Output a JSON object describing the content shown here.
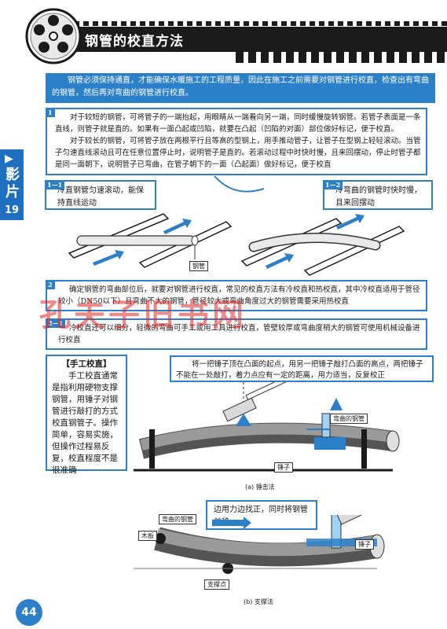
{
  "header": {
    "title": "钢管的校直方法"
  },
  "side_tab": {
    "label": "影片",
    "number": "19"
  },
  "intro": {
    "text": "钢管必须保持通直，才能确保水暖施工的工程质量，因此在施工之前需要对钢管进行校直，检查出有弯曲的钢管，然后再对弯曲的钢管进行校直。"
  },
  "step1": {
    "tag": "1",
    "para1": "对于较短的钢管，可将管子的一端抬起，用眼睛从一端看向另一端，同时缓慢旋转钢管。若管子表面是一条直线，则管子就是直的。如果有一面凸起或凹陷，就要在凸起（凹陷的对面）部位做好标记，便于校直。",
    "para2": "对于较长的钢管，可将管子放在两根平行且等高的型钢上，用手推动管子，让管子在型钢上轻轻滚动。当管子匀速直线滚动且可在任意位置停止时，说明管子是直的。若滚动过程中时快时慢，且来回摆动，停止时管子都是同一面朝下，说明管子已弯曲，在管子朝下的一面（凸起面）做好标记，便于校直"
  },
  "callout_straight": {
    "tag": "1—1",
    "text": "冷直钢管匀速滚动，能保持直线运动"
  },
  "callout_bent": {
    "tag": "1—2",
    "text": "冷弯曲的钢管时快时慢，且来回摆动"
  },
  "label_pipe": "钢管",
  "step2": {
    "tag": "2",
    "text": "确定钢管的弯曲部位后，就要对钢管进行校直，常见的校直方法有冷校直和热校直，其中冷校直适用于管径较小（DN50以下）且弯曲不大的钢管，管径较大或弯曲角度过大的钢管需要采用热校直"
  },
  "step2_1": {
    "tag": "2—1",
    "text": "冷校直还可以细分，轻微的弯曲可手工或用工具进行校直，管壁较厚或弯曲度稍大的钢管可使用机械设备进行校直"
  },
  "manual": {
    "title": "【手工校直】",
    "text": "手工校直通常是指利用硬物支撑钢管，用锤子对钢管进行敲打的方式校直钢管子。操作简单，容易实施，但操作过程易反复，校直程度不是很准确"
  },
  "hammer_callout": {
    "text": "将一把锤子顶在凸面的起点，用另一把锤子敲打凸面的高点，两把锤子不能在一处敲打，着力点应有一定的距离，用力适当，反复校正"
  },
  "label_bent_pipe": "弯曲的钢管",
  "label_hammer": "锤子",
  "caption_a": "(a) 锤击法",
  "support_callout": {
    "text": "边用力边找正，同时将钢管前移"
  },
  "label_board": "木板",
  "label_bent_pipe2": "弯曲的钢管",
  "label_hammer2": "锤子",
  "label_support": "支撑点",
  "caption_b": "(b) 支撑法",
  "watermark": "孔夫子旧书网",
  "page_number": "44",
  "colors": {
    "accent": "#2c80c9",
    "dark": "#1b1b1b",
    "watermark": "#dc2828"
  }
}
